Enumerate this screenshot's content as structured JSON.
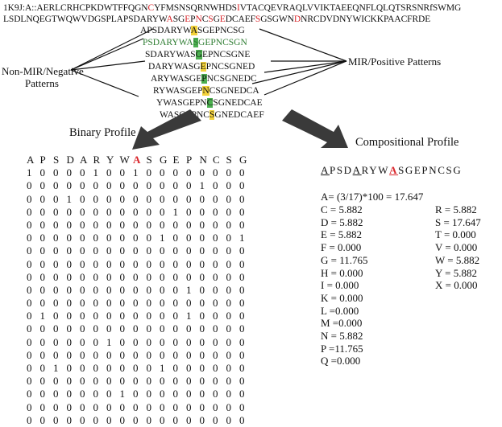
{
  "protein": {
    "line1_segments": [
      {
        "t": "1K9J:A::AERLCRHCPKDWTFFQGN",
        "c": ""
      },
      {
        "t": "C",
        "c": "red"
      },
      {
        "t": "YFMSNSQRNWHDS",
        "c": ""
      },
      {
        "t": "I",
        "c": "red"
      },
      {
        "t": "VTACQEVRAQLVVIKTAEEQNFLQLQTSRSNRfSWMG",
        "c": ""
      }
    ],
    "line2_segments": [
      {
        "t": "LSDLNQEGTWQWVDGSPLAPSDARYW",
        "c": ""
      },
      {
        "t": "A",
        "c": "red"
      },
      {
        "t": "SG",
        "c": ""
      },
      {
        "t": "E",
        "c": "red"
      },
      {
        "t": "P",
        "c": ""
      },
      {
        "t": "N",
        "c": "red"
      },
      {
        "t": "C",
        "c": ""
      },
      {
        "t": "S",
        "c": "red"
      },
      {
        "t": "G",
        "c": ""
      },
      {
        "t": "E",
        "c": "red"
      },
      {
        "t": "DCAEF",
        "c": ""
      },
      {
        "t": "S",
        "c": "red"
      },
      {
        "t": "GSGWN",
        "c": ""
      },
      {
        "t": "D",
        "c": "red"
      },
      {
        "t": "NRCDVDNYWICKKPAACFRDE",
        "c": ""
      }
    ]
  },
  "windows": [
    {
      "pre": "APSDARYW",
      "hl": "A",
      "post": "SGEPNCSG",
      "hl_color": "#f3d23a",
      "text_color": ""
    },
    {
      "pre": "PSDARYWA",
      "hl": "S",
      "post": "GEPNCSGN",
      "hl_color": "#4caf50",
      "text_color": "green"
    },
    {
      "pre": "SDARYWAS",
      "hl": "G",
      "post": "EPNCSGNE",
      "hl_color": "#4caf50",
      "text_color": ""
    },
    {
      "pre": "DARYWASG",
      "hl": "E",
      "post": "PNCSGNED",
      "hl_color": "#f3d23a",
      "text_color": ""
    },
    {
      "pre": "ARYWASGE",
      "hl": "P",
      "post": "NCSGNEDC",
      "hl_color": "#4caf50",
      "text_color": ""
    },
    {
      "pre": "RYWASGEP",
      "hl": "N",
      "post": "CSGNEDCA",
      "hl_color": "#f3d23a",
      "text_color": ""
    },
    {
      "pre": "YWASGEPN",
      "hl": "C",
      "post": "SGNEDCAE",
      "hl_color": "#4caf50",
      "text_color": ""
    },
    {
      "pre": "WASGEPNC",
      "hl": "S",
      "post": "GNEDCAEF",
      "hl_color": "#f3d23a",
      "text_color": ""
    }
  ],
  "labels": {
    "negative": "Non-MIR/Negative\nPatterns",
    "positive": "MIR/Positive Patterns",
    "binary_title": "Binary Profile",
    "comp_title": "Compositional Profile"
  },
  "binary": {
    "header": [
      "A",
      "P",
      "S",
      "D",
      "A",
      "R",
      "Y",
      "W",
      "A",
      "S",
      "G",
      "E",
      "P",
      "N",
      "C",
      "S",
      "G"
    ],
    "highlight_index": 8,
    "rows": [
      "10000100100000000",
      "00000000000001000",
      "00010000000000000",
      "00000000000100000",
      "00000000000000000",
      "00000000001000001",
      "00000000000000000",
      "00000000000000000",
      "00000000000000000",
      "00000000000010000",
      "00000000000000000",
      "01000000000010000",
      "00000000000000000",
      "00000010000000000",
      "00000000000000000",
      "00100000001000000",
      "00000000000000000",
      "00000001000000000",
      "00000000000000000",
      "00000000000000000"
    ]
  },
  "composition": {
    "header": [
      {
        "t": "A",
        "u": true,
        "c": ""
      },
      {
        "t": "PSD",
        "u": false,
        "c": ""
      },
      {
        "t": "A",
        "u": true,
        "c": ""
      },
      {
        "t": "RYW",
        "u": false,
        "c": ""
      },
      {
        "t": "A",
        "u": true,
        "c": "red"
      },
      {
        "t": "SGEPNCSG",
        "u": false,
        "c": ""
      }
    ],
    "formula": "A= (3/17)*100 = 17.647",
    "left": [
      "C = 5.882",
      "D = 5.882",
      "E = 5.882",
      "F = 0.000",
      "G = 11.765",
      "H = 0.000",
      "I = 0.000",
      "K = 0.000",
      "L =0.000",
      "M =0.000",
      "N = 5.882",
      "P =11.765",
      "Q =0.000"
    ],
    "right": [
      "R = 5.882",
      "S = 17.647",
      "T = 0.000",
      "V = 0.000",
      "W = 5.882",
      "Y = 5.882",
      "X = 0.000"
    ]
  },
  "colors": {
    "red": "#d9262b",
    "yellow": "#f3d23a",
    "green": "#4caf50",
    "arrow": "#3a3a3a"
  }
}
